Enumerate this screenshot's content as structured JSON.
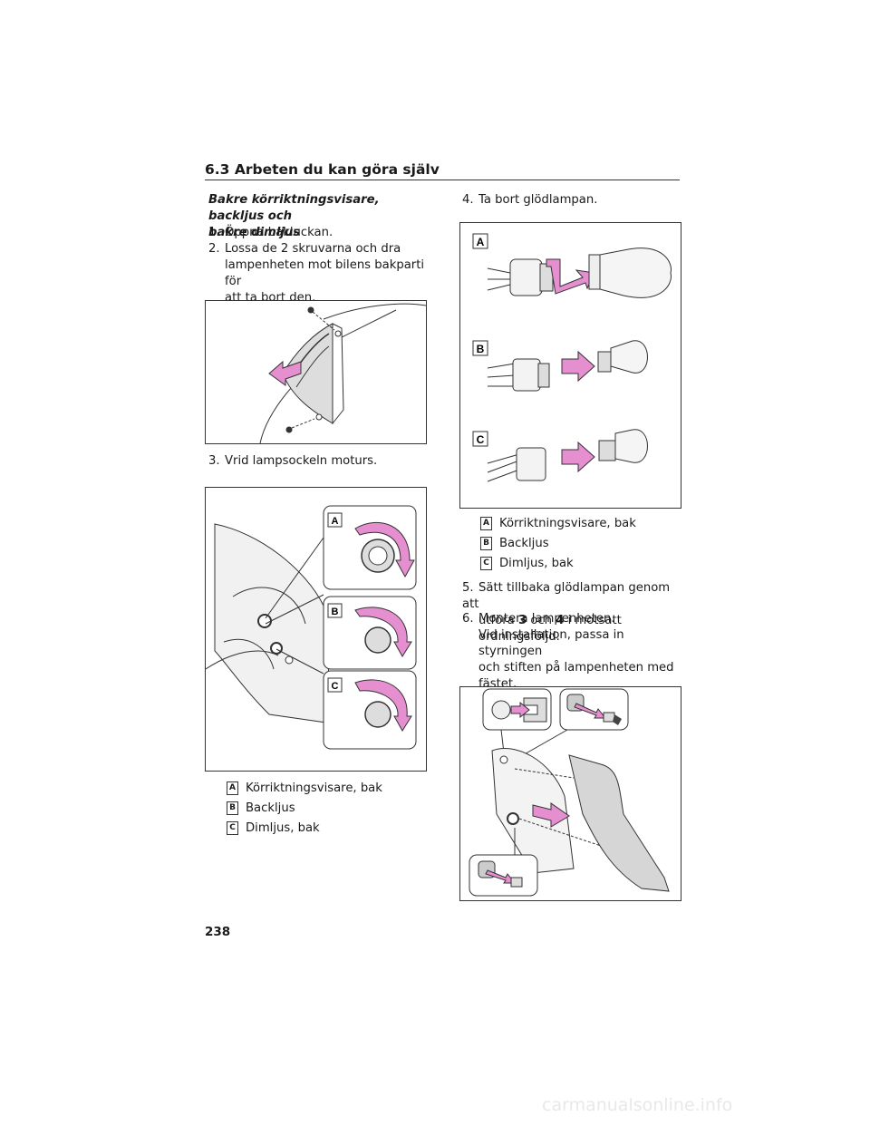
{
  "header": {
    "section": "6.3 Arbeten du kan göra själv"
  },
  "left": {
    "subtitle_line1": "Bakre körriktningsvisare, backljus och",
    "subtitle_line2": "bakre dimljus",
    "step1": {
      "num": "1.",
      "text": "Öppna bakluckan."
    },
    "step2": {
      "num": "2.",
      "line1": "Lossa de 2 skruvarna och dra",
      "line2": "lampenheten mot bilens bakparti för",
      "line3": "att ta bort den."
    },
    "step3": {
      "num": "3.",
      "text": "Vrid lampsockeln moturs."
    },
    "legend": [
      {
        "key": "A",
        "text": "Körriktningsvisare, bak"
      },
      {
        "key": "B",
        "text": "Backljus"
      },
      {
        "key": "C",
        "text": "Dimljus, bak"
      }
    ]
  },
  "right": {
    "step4": {
      "num": "4.",
      "text": "Ta bort glödlampan."
    },
    "legend": [
      {
        "key": "A",
        "text": "Körriktningsvisare, bak"
      },
      {
        "key": "B",
        "text": "Backljus"
      },
      {
        "key": "C",
        "text": "Dimljus, bak"
      }
    ],
    "step5": {
      "num": "5.",
      "line1": "Sätt tillbaka glödlampan genom att",
      "pre": "utföra ",
      "ref1": "3",
      "mid": " och ",
      "ref2": "4",
      "post": " i motsatt ordningsföljd."
    },
    "step6": {
      "num": "6.",
      "text": "Montera lampenheten.",
      "note1": "Vid installation, passa in styrningen",
      "note2": "och stiften på lampenheten med",
      "note3": "fästet."
    }
  },
  "figures": {
    "fig2_labels": [
      "A",
      "B",
      "C"
    ],
    "fig3_labels": [
      "A",
      "B",
      "C"
    ]
  },
  "page_number": "238",
  "watermark": "carmanualsonline.info",
  "colors": {
    "arrow_pink": "#e58fd0",
    "line": "#333333"
  }
}
